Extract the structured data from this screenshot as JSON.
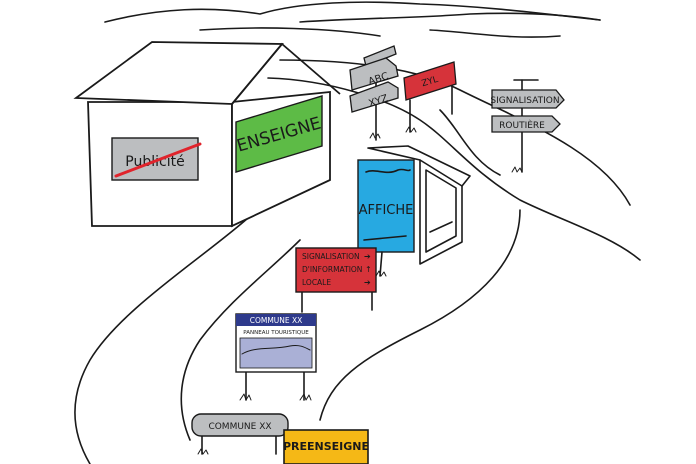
{
  "house": {
    "crossed_sign": "Publicité",
    "green_sign": "ENSEIGNE"
  },
  "directional_arrows": {
    "top": "ABC",
    "bottom": "XYZ"
  },
  "red_small_sign": "ZYL",
  "right_post": {
    "top": "SIGNALISATION",
    "bottom": "ROUTIÈRE"
  },
  "bus_shelter_poster": {
    "label": "AFFICHE"
  },
  "red_info_sign": {
    "line1": "SIGNALISATION",
    "line2": "D'INFORMATION",
    "line3": "LOCALE"
  },
  "tourist_panel": {
    "commune": "COMMUNE XX",
    "subtitle": "PANNEAU TOURISTIQUE"
  },
  "commune_sign": "COMMUNE XX",
  "preenseigne": "PREENSEIGNE",
  "colors": {
    "green_sign": "#5dbb46",
    "red_sign": "#d6333a",
    "blue_poster": "#27a9e1",
    "navy_panel": "#2e3a8c",
    "gray_sign": "#bcbec0",
    "yellow_sign": "#f5b816",
    "crossout": "#e0242c"
  }
}
